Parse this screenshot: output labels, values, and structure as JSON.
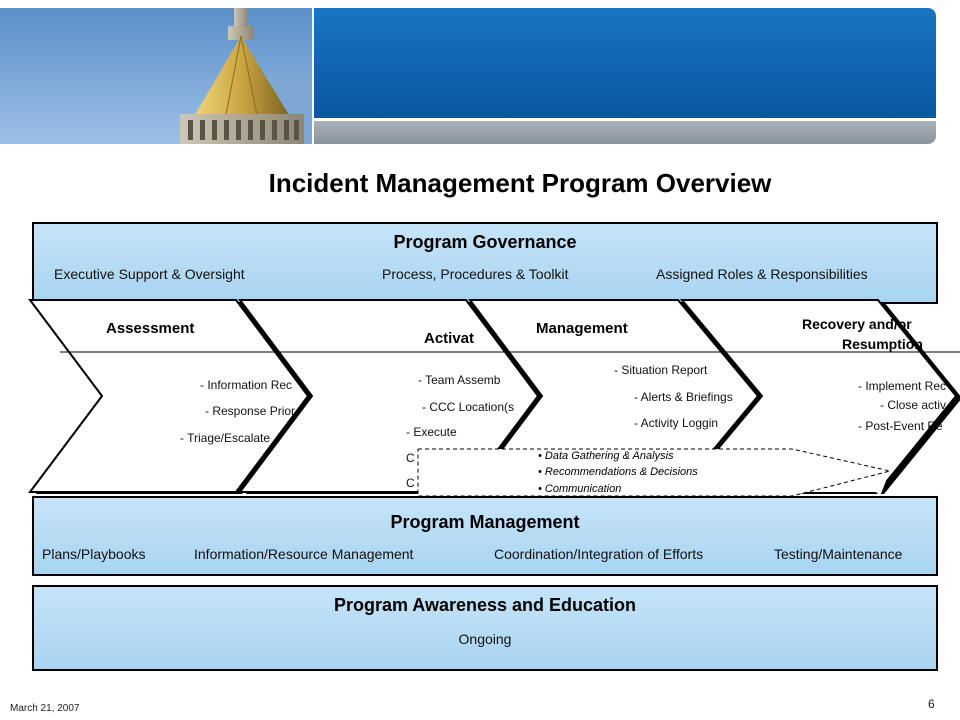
{
  "page_title": "Incident Management Program Overview",
  "governance": {
    "title": "Program Governance",
    "items": [
      "Executive Support & Oversight",
      "Process, Procedures & Toolkit",
      "Assigned Roles & Responsibilities"
    ]
  },
  "phases": [
    {
      "title": "Assessment",
      "items": [
        "- Information Rec",
        "- Response Prior",
        "- Triage/Escalate"
      ]
    },
    {
      "title": "Activat",
      "items": [
        "- Team Assemb",
        "- CCC Location(s",
        "- Execute",
        "C",
        "C"
      ]
    },
    {
      "title": "Management",
      "items": [
        "- Situation Report",
        "- Alerts & Briefings",
        "- Activity Loggin"
      ]
    },
    {
      "title_line1": "Recovery and/or",
      "title_line2": "Resumption",
      "items": [
        "- Implement Rec",
        "- Close activ",
        "- Post-Event Re"
      ]
    }
  ],
  "callout": {
    "items": [
      "Data Gathering & Analysis",
      "Recommendations & Decisions",
      "Communication"
    ]
  },
  "management": {
    "title": "Program Management",
    "items": [
      "Plans/Playbooks",
      "Information/Resource Management",
      "Coordination/Integration of Efforts",
      "Testing/Maintenance"
    ]
  },
  "awareness": {
    "title": "Program Awareness and Education",
    "subtitle": "Ongoing"
  },
  "footer": {
    "date": "March 21, 2007",
    "page": "6"
  },
  "colors": {
    "header_blue": "#0f62b0",
    "header_gray": "#8a939c",
    "panel_blue": "#b8dcf5",
    "building_gold": "#c9a642"
  }
}
